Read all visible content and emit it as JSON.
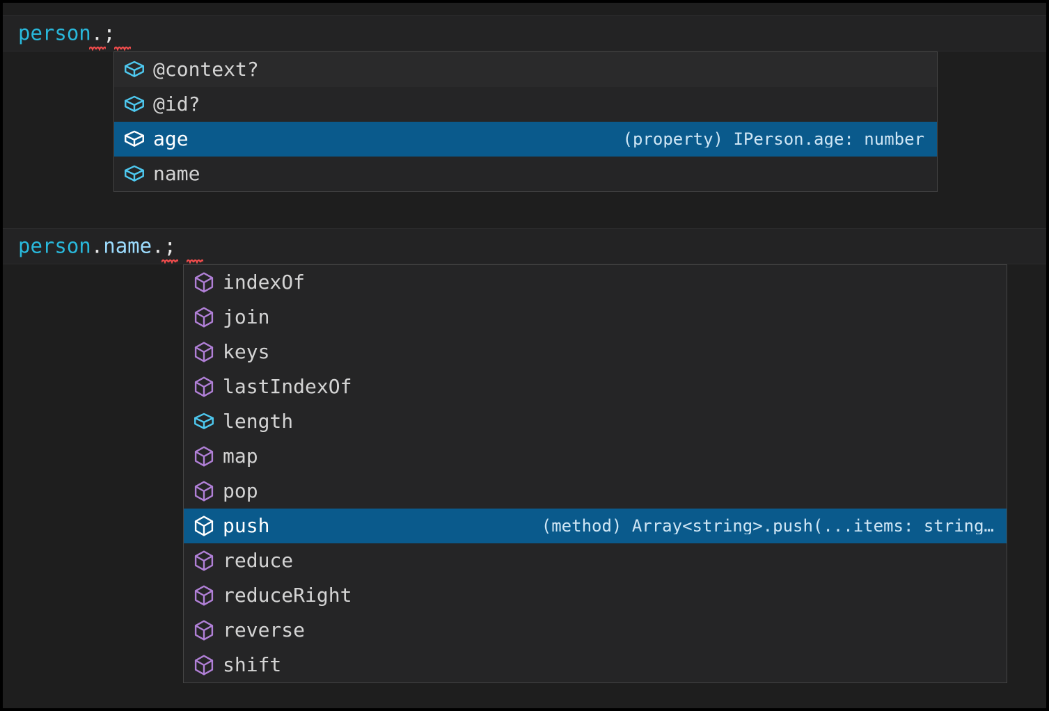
{
  "theme": {
    "editor_bg": "#1e1e1e",
    "current_line_bg": "#232324",
    "popup_bg": "#252526",
    "popup_border": "#454545",
    "selection_bg": "#0a5a8c",
    "text": "#d4d4d4",
    "variable_color": "#29b8db",
    "property_color": "#9cdcfe",
    "punctuation_color": "#e6e6e6",
    "error_squiggle": "#f14c4c",
    "icon_property": "#4ec9f0",
    "icon_method": "#b180d7",
    "icon_selected": "#ffffff"
  },
  "lines": [
    {
      "id": "line-1",
      "tokens": [
        {
          "text": "person",
          "kind": "variable"
        },
        {
          "text": ".",
          "kind": "punctuation"
        },
        {
          "text": ";",
          "kind": "punctuation"
        }
      ],
      "plain": "person.;"
    },
    {
      "id": "line-2",
      "tokens": [
        {
          "text": "person",
          "kind": "variable"
        },
        {
          "text": ".",
          "kind": "punctuation"
        },
        {
          "text": "name",
          "kind": "property"
        },
        {
          "text": ".",
          "kind": "punctuation"
        },
        {
          "text": ";",
          "kind": "punctuation"
        }
      ],
      "plain": "person.name.;"
    }
  ],
  "suggest_widgets": [
    {
      "id": "suggest-person",
      "for_line": "line-1",
      "items": [
        {
          "label": "@context?",
          "icon": "property-cube-icon",
          "kind": "property",
          "selected": false,
          "detail": ""
        },
        {
          "label": "@id?",
          "icon": "property-cube-icon",
          "kind": "property",
          "selected": false,
          "detail": ""
        },
        {
          "label": "age",
          "icon": "property-cube-icon",
          "kind": "property",
          "selected": true,
          "detail": "(property) IPerson.age: number"
        },
        {
          "label": "name",
          "icon": "property-cube-icon",
          "kind": "property",
          "selected": false,
          "detail": ""
        }
      ]
    },
    {
      "id": "suggest-person-name",
      "for_line": "line-2",
      "items": [
        {
          "label": "indexOf",
          "icon": "method-cube-icon",
          "kind": "method",
          "selected": false,
          "detail": ""
        },
        {
          "label": "join",
          "icon": "method-cube-icon",
          "kind": "method",
          "selected": false,
          "detail": ""
        },
        {
          "label": "keys",
          "icon": "method-cube-icon",
          "kind": "method",
          "selected": false,
          "detail": ""
        },
        {
          "label": "lastIndexOf",
          "icon": "method-cube-icon",
          "kind": "method",
          "selected": false,
          "detail": ""
        },
        {
          "label": "length",
          "icon": "property-cube-icon",
          "kind": "property",
          "selected": false,
          "detail": ""
        },
        {
          "label": "map",
          "icon": "method-cube-icon",
          "kind": "method",
          "selected": false,
          "detail": ""
        },
        {
          "label": "pop",
          "icon": "method-cube-icon",
          "kind": "method",
          "selected": false,
          "detail": ""
        },
        {
          "label": "push",
          "icon": "method-cube-icon",
          "kind": "method",
          "selected": true,
          "detail": "(method) Array<string>.push(...items: string…"
        },
        {
          "label": "reduce",
          "icon": "method-cube-icon",
          "kind": "method",
          "selected": false,
          "detail": ""
        },
        {
          "label": "reduceRight",
          "icon": "method-cube-icon",
          "kind": "method",
          "selected": false,
          "detail": ""
        },
        {
          "label": "reverse",
          "icon": "method-cube-icon",
          "kind": "method",
          "selected": false,
          "detail": ""
        },
        {
          "label": "shift",
          "icon": "method-cube-icon",
          "kind": "method",
          "selected": false,
          "detail": ""
        }
      ]
    }
  ]
}
